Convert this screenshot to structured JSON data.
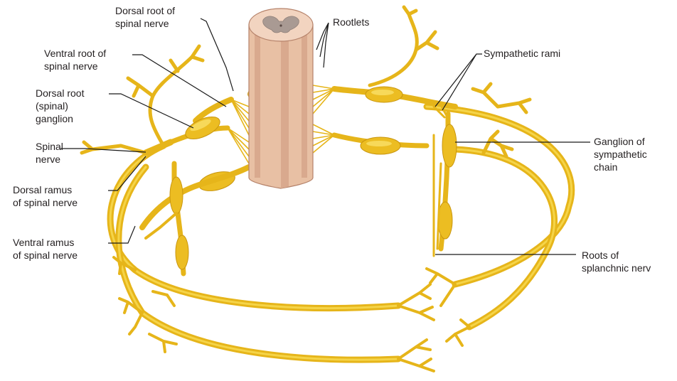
{
  "labels": {
    "dorsal_root": "Dorsal root of\nspinal nerve",
    "rootlets": "Rootlets",
    "ventral_root": "Ventral root of\nspinal nerve",
    "sympathetic_rami": "Sympathetic rami",
    "dorsal_root_ganglion": "Dorsal root\n(spinal)\nganglion",
    "spinal_nerve": "Spinal\nnerve",
    "ganglion_sympathetic_chain": "Ganglion of\nsympathetic\nchain",
    "dorsal_ramus": "Dorsal ramus\nof spinal nerve",
    "ventral_ramus": "Ventral ramus\nof spinal nerve",
    "roots_splanchnic": "Roots of\nsplanchnic nerv"
  },
  "colors": {
    "nerve": "#e6b51a",
    "nerve_highlight": "#f5d448",
    "spinal_cord": "#e8c0a4",
    "grey_matter": "#a99a93",
    "leader_line": "#1a1a1a"
  }
}
